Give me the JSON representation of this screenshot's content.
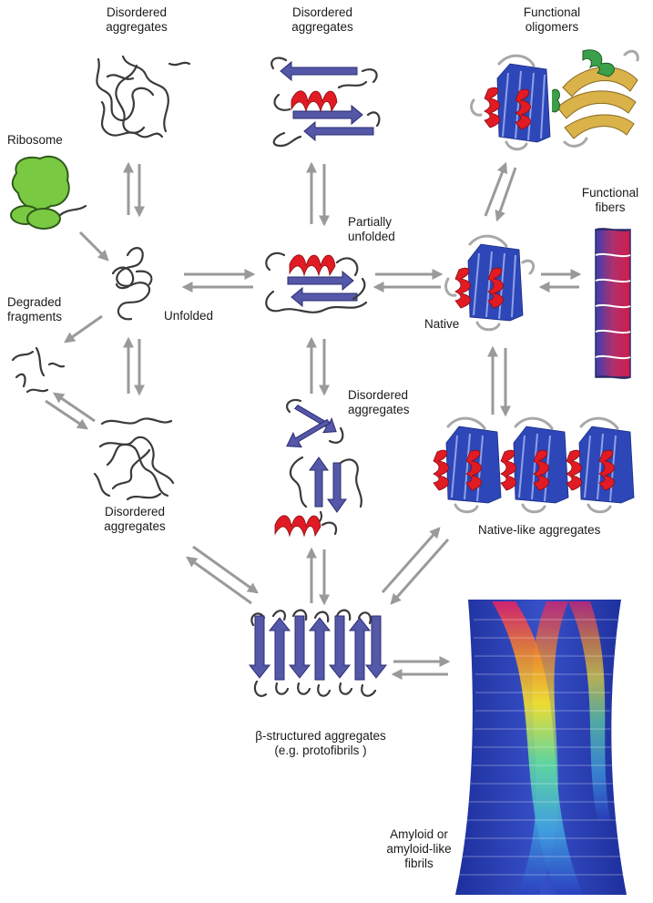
{
  "labels": {
    "disordered_aggregates_top_left": [
      "Disordered",
      "aggregates"
    ],
    "disordered_aggregates_top_center": [
      "Disordered",
      "aggregates"
    ],
    "functional_oligomers": [
      "Functional",
      "oligomers"
    ],
    "ribosome": "Ribosome",
    "functional_fibers": [
      "Functional",
      "fibers"
    ],
    "partially_unfolded": [
      "Partially",
      "unfolded"
    ],
    "degraded_fragments": [
      "Degraded",
      "fragments"
    ],
    "unfolded": "Unfolded",
    "native": "Native",
    "disordered_aggregates_mid_center": [
      "Disordered",
      "aggregates"
    ],
    "disordered_aggregates_bottom_left": [
      "Disordered",
      "aggregates"
    ],
    "native_like_aggregates": "Native-like aggregates",
    "beta_structured_aggregates": [
      "β-structured aggregates",
      "(e.g. protofibrils )"
    ],
    "amyloid_fibrils": [
      "Amyloid or",
      "amyloid-like",
      "fibrils"
    ]
  },
  "colors": {
    "arrow": "#9a9a9a",
    "ribosome": "#7ac943",
    "helix": "#e01b24",
    "beta_strand": "#5558a8",
    "functional_oligomer_strand": "#d9b24a",
    "functional_oligomer_helix": "#3aa04a",
    "fiber_gradient_top": "#2b3fa8",
    "fiber_gradient_bottom": "#c8184e",
    "amyloid_background": "#2038b0"
  }
}
